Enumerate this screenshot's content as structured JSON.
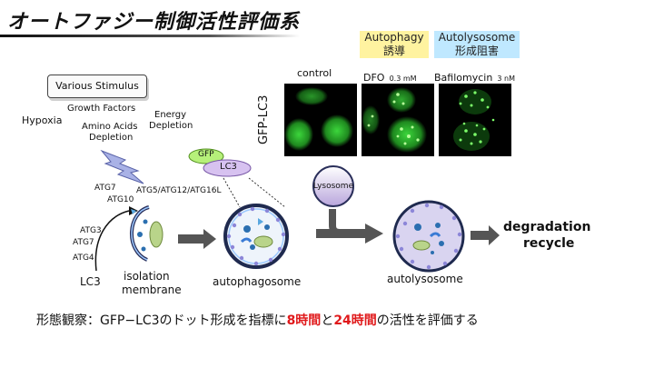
{
  "title": "オートファジー制御活性評価系",
  "stimulus": {
    "box_label": "Various Stimulus",
    "hypoxia": "Hypoxia",
    "growth_factors": "Growth Factors",
    "amino_acids": "Amino Acids",
    "amino_depletion": "Depletion",
    "energy": "Energy",
    "energy_depletion": "Depletion"
  },
  "proteins": {
    "atg7_top": "ATG7",
    "atg10": "ATG10",
    "atg5_complex": "ATG5/ATG12/ATG16L",
    "atg3": "ATG3",
    "atg7_left": "ATG7",
    "atg4": "ATG4",
    "lc3": "LC3",
    "gfp_tag": "GFP",
    "lc3_tag": "LC3"
  },
  "stages": {
    "isolation_line1": "isolation",
    "isolation_line2": "membrane",
    "autophagosome": "autophagosome",
    "lysosome": "Lysosome",
    "autolysosome": "autolysosome",
    "degradation": "degradation",
    "recycle": "recycle"
  },
  "panels": {
    "inducer_label_line1": "Autophagy",
    "inducer_label_line2": "誘導",
    "inhibitor_label_line1": "Autolysosome",
    "inhibitor_label_line2": "形成阻害",
    "control": "control",
    "dfo": "DFO",
    "dfo_conc": "0.3 mM",
    "baf": "Bafilomycin",
    "baf_conc": "3 nM",
    "row_label": "GFP-LC3"
  },
  "caption": {
    "part1": "形態観察：GFP−LC3のドット形成を指標に",
    "h8": "8時間",
    "part2": "と",
    "h24": "24時間",
    "part3": "の活性を評価する"
  },
  "colors": {
    "inducer_bg": "#fff3a0",
    "inhibitor_bg": "#bfe8ff",
    "highlight_red": "#e0191b",
    "gfp_green": "#3cff3c"
  }
}
